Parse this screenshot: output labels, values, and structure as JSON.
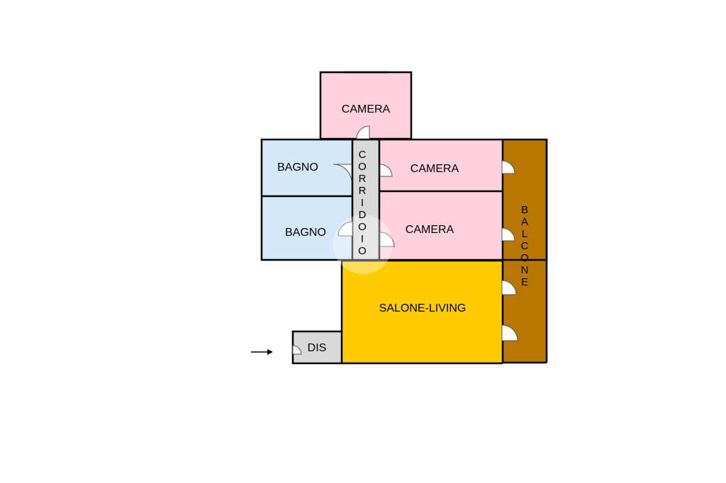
{
  "rooms": {
    "camera_top": "CAMERA",
    "camera_mid": "CAMERA",
    "camera_low": "CAMERA",
    "bagno_top": "BAGNO",
    "bagno_low": "BAGNO",
    "salone": "SALONE-LIVING",
    "dis": "DIS",
    "corridoio": [
      "C",
      "O",
      "R",
      "R",
      "I",
      "D",
      "O",
      "I",
      "O"
    ],
    "balcone": [
      "B",
      "A",
      "L",
      "C",
      "O",
      "N",
      "E"
    ]
  },
  "colors": {
    "camera": "#ffd1dc",
    "bagno": "#d4e8fa",
    "corridoio": "#d9d9d9",
    "salone": "#ffcc00",
    "dis": "#d9d9d9",
    "balcone": "#b87800",
    "wall": "#000000"
  },
  "icons": {
    "entrance": "arrow-right-icon",
    "door": "door-swing-icon"
  }
}
